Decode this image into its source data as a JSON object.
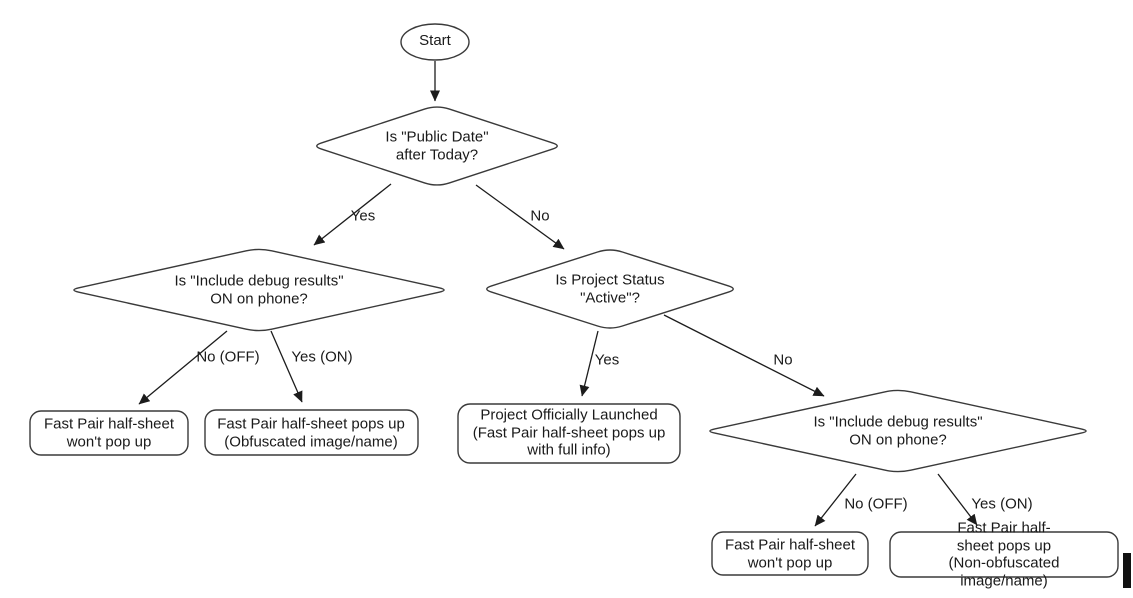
{
  "page": {
    "background": "#ffffff"
  },
  "flowchart": {
    "colors": {
      "shape_stroke": "#3a3a3a",
      "shape_fill": "#ffffff",
      "arrow": "#1c1c1c",
      "text": "#1a1a1a",
      "cursor_bar": "#111111"
    },
    "nodes": {
      "start": {
        "type": "terminator",
        "label": "Start"
      },
      "public_date": {
        "type": "decision",
        "label": "Is \"Public Date\"\nafter Today?"
      },
      "debug_left": {
        "type": "decision",
        "label": "Is \"Include debug results\"\nON on phone?"
      },
      "project_status": {
        "type": "decision",
        "label": "Is Project Status\n\"Active\"?"
      },
      "debug_right": {
        "type": "decision",
        "label": "Is \"Include debug results\"\nON on phone?"
      },
      "wont_pop_left": {
        "type": "result",
        "label": "Fast Pair half-sheet\nwon't pop up"
      },
      "obfuscated": {
        "type": "result",
        "label": "Fast Pair half-sheet pops up\n(Obfuscated image/name)"
      },
      "launched": {
        "type": "result",
        "label": "Project Officially Launched\n(Fast Pair half-sheet pops up\nwith full info)"
      },
      "wont_pop_right": {
        "type": "result",
        "label": "Fast Pair half-sheet\nwon't pop up"
      },
      "non_obfuscated": {
        "type": "result",
        "label": "Fast Pair half-sheet pops up\n(Non-obfuscated image/name)"
      }
    },
    "edges": {
      "public_date_yes": {
        "label": "Yes"
      },
      "public_date_no": {
        "label": "No"
      },
      "debug_left_no_off": {
        "label": "No (OFF)"
      },
      "debug_left_yes_on": {
        "label": "Yes (ON)"
      },
      "project_status_yes": {
        "label": "Yes"
      },
      "project_status_no": {
        "label": "No"
      },
      "debug_right_no_off": {
        "label": "No (OFF)"
      },
      "debug_right_yes_on": {
        "label": "Yes (ON)"
      }
    }
  }
}
